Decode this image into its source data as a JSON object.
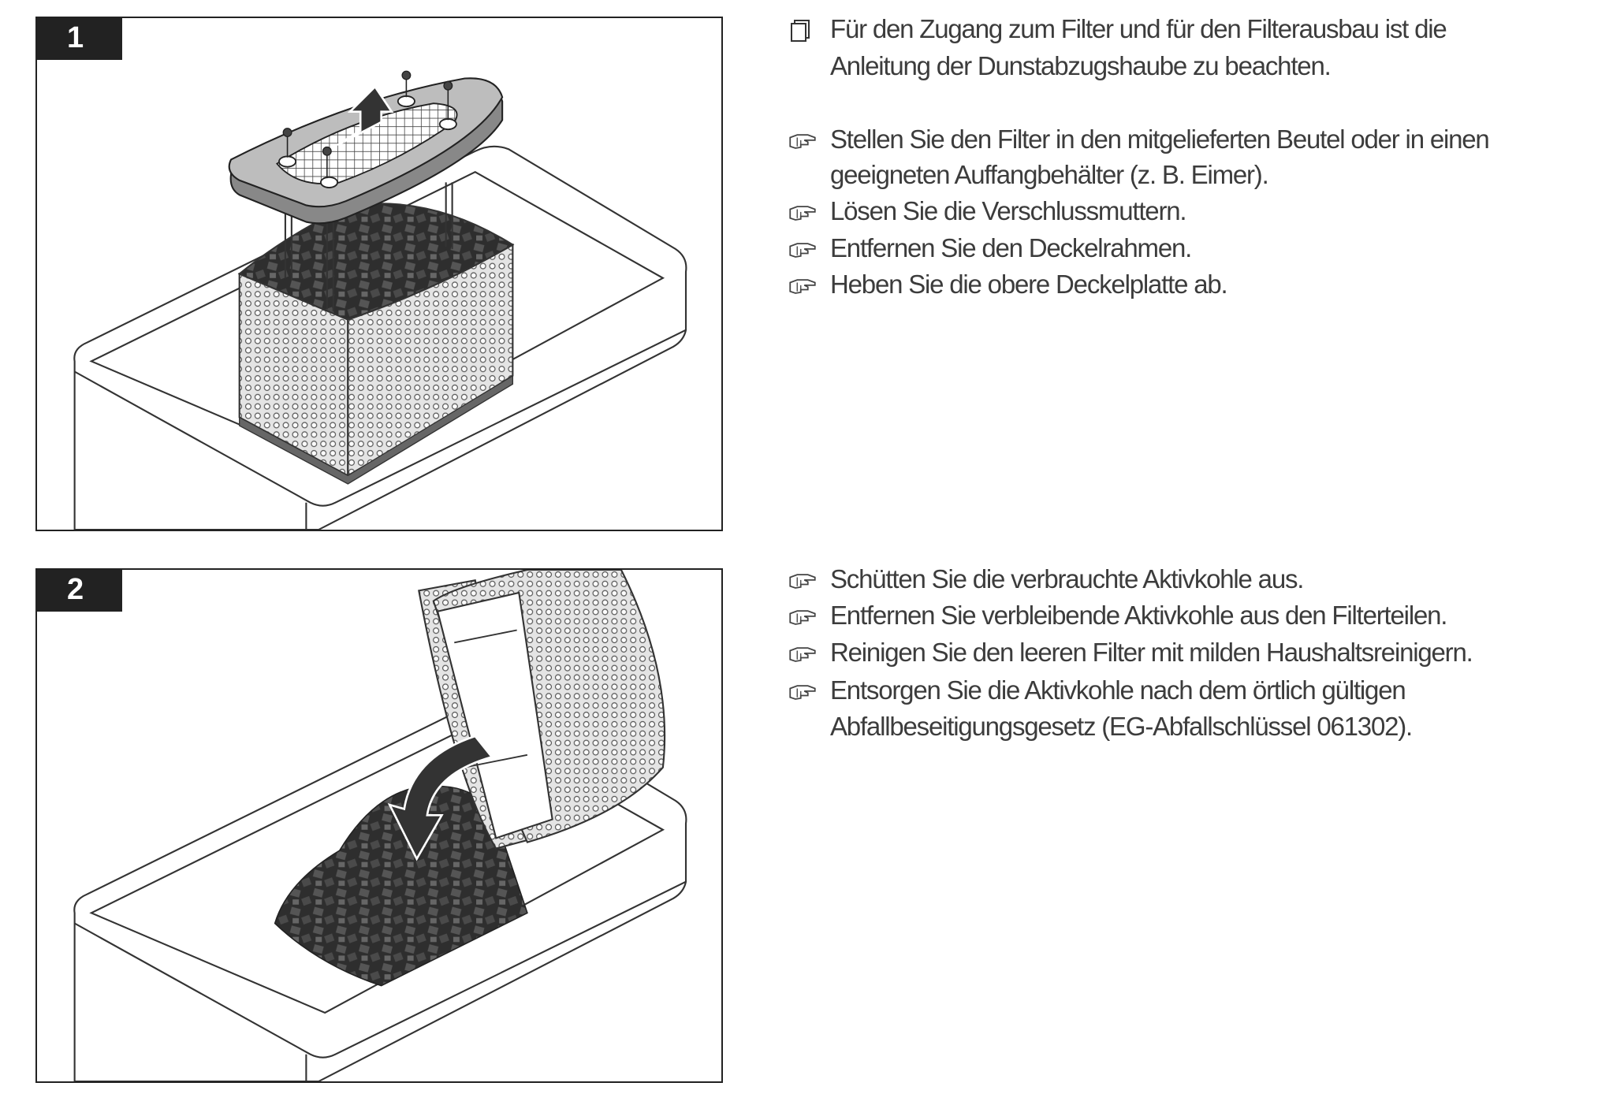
{
  "steps": [
    {
      "number": "1"
    },
    {
      "number": "2"
    }
  ],
  "section1": {
    "note": {
      "icon": "manual-book-icon",
      "lines": [
        "Für den Zugang zum Filter und für den Filterausbau ist die",
        "Anleitung der Dunstabzugshaube zu beachten."
      ]
    },
    "instructions": [
      {
        "icon": "pointing-hand-icon",
        "lines": [
          "Stellen Sie den Filter in den mitgelieferten Beutel oder in einen",
          "geeigneten Auffangbehälter (z. B. Eimer)."
        ]
      },
      {
        "icon": "pointing-hand-icon",
        "lines": [
          "Lösen Sie die Verschlussmuttern."
        ]
      },
      {
        "icon": "pointing-hand-icon",
        "lines": [
          "Entfernen Sie den Deckelrahmen."
        ]
      },
      {
        "icon": "pointing-hand-icon",
        "lines": [
          "Heben Sie die obere Deckelplatte ab."
        ]
      }
    ]
  },
  "section2": {
    "instructions": [
      {
        "icon": "pointing-hand-icon",
        "lines": [
          "Schütten Sie die verbrauchte Aktivkohle aus."
        ]
      },
      {
        "icon": "pointing-hand-icon",
        "lines": [
          "Entfernen Sie verbleibende Aktivkohle aus den Filterteilen."
        ]
      },
      {
        "icon": "pointing-hand-icon",
        "lines": [
          "Reinigen Sie den leeren Filter mit milden Haushaltsreinigern."
        ]
      },
      {
        "icon": "pointing-hand-icon",
        "lines": [
          "Entsorgen Sie die Aktivkohle nach dem örtlich gültigen",
          "Abfallbeseitigungsgesetz (EG-Abfallschlüssel 061302)."
        ]
      }
    ]
  }
}
